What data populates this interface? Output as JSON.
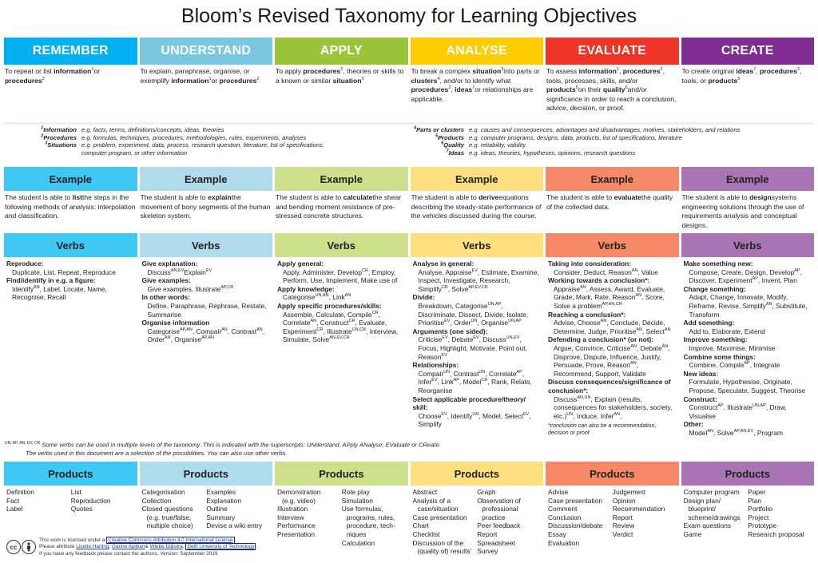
{
  "title": "Bloom’s Revised Taxonomy for Learning Objectives",
  "colors": {
    "remember": "#00b0f0",
    "understand": "#79c7e0",
    "apply": "#9bc43a",
    "analyse": "#ffcc00",
    "evaluate": "#ee3327",
    "create": "#7f2c93",
    "remember_light": "#40c8f4",
    "understand_light": "#afdcec",
    "apply_light": "#cde08c",
    "analyse_light": "#ffdf7f",
    "evaluate_light": "#f58967",
    "create_light": "#a975b4"
  },
  "levels": [
    {
      "name": "REMEMBER",
      "description": [
        {
          "t": "To repeat or list "
        },
        {
          "b": "information",
          "s": "1"
        },
        {
          "t": " or "
        },
        {
          "b": "procedures",
          "s": "2"
        }
      ],
      "example_label": "Example",
      "example": [
        {
          "t": "The student is able to "
        },
        {
          "b": "list"
        },
        {
          "t": " the steps in the following methods of analysis: interpolation and classification."
        }
      ],
      "verbs_label": "Verbs",
      "verbs": [
        {
          "group": "Reproduce:",
          "items": [
            {
              "t": "Duplicate, List, Repeat, Reproduce"
            }
          ]
        },
        {
          "group": "Find/identify in e.g. a figure:",
          "items": [
            {
              "t": "Identify",
              "s": "AN"
            },
            {
              "t": ", Label, Locate, Name, Recognise, Recall"
            }
          ]
        }
      ],
      "products_label": "Products",
      "products": [
        [
          "Definition",
          "Fact",
          "Label"
        ],
        [
          "List",
          "Reproduction",
          "Quotes"
        ]
      ]
    },
    {
      "name": "UNDERSTAND",
      "description": [
        {
          "t": "To explain, paraphrase, organise, or exemplify "
        },
        {
          "b": "information",
          "s": "1"
        },
        {
          "t": " or "
        },
        {
          "b": "procedures",
          "s": "2"
        }
      ],
      "example_label": "Example",
      "example": [
        {
          "t": "The student is able to "
        },
        {
          "b": "explain"
        },
        {
          "t": " the movement of bony segments of the human skeleton system."
        }
      ],
      "verbs_label": "Verbs",
      "verbs": [
        {
          "group": "Give explanation:",
          "items": [
            {
              "t": "Discuss",
              "s": "AN,EV"
            },
            {
              "t": " Explain",
              "s": "EV"
            }
          ]
        },
        {
          "group": "Give examples:",
          "items": [
            {
              "t": "Give examples, Illustrate",
              "s": "AP,CR"
            }
          ]
        },
        {
          "group": "In other words:",
          "items": [
            {
              "t": "Define, Paraphrase, Rephrase, Restate, Summarise"
            }
          ]
        },
        {
          "group": "Organise information",
          "items": [
            {
              "t": "Categorise",
              "s": "AP,AN"
            },
            {
              "t": ", Compair",
              "s": "AN"
            },
            {
              "t": ", Contrast",
              "s": "AN"
            },
            {
              "t": ", Order",
              "s": "AN"
            },
            {
              "t": ", Organise",
              "s": "AP,AN"
            }
          ]
        }
      ],
      "products_label": "Products",
      "products": [
        [
          "Categorisation",
          "Collection",
          "Closed questions",
          "  (e.g. true/false,",
          "  multiple choice)"
        ],
        [
          "Examples",
          "Explanation",
          "Outline",
          "Summary",
          "Devise a wiki entry"
        ]
      ]
    },
    {
      "name": "APPLY",
      "description": [
        {
          "t": "To apply "
        },
        {
          "b": "procedures",
          "s": "2"
        },
        {
          "t": ", theories or skills to a known or similar "
        },
        {
          "b": "situation",
          "s": "3"
        }
      ],
      "example_label": "Example",
      "example": [
        {
          "t": "The student is able to "
        },
        {
          "b": "calculate"
        },
        {
          "t": " the shear and bending moment resistance of pre-stressed concrete structures."
        }
      ],
      "verbs_label": "Verbs",
      "verbs": [
        {
          "group": "Apply general:",
          "items": [
            {
              "t": "Apply, Administer, Develop",
              "s": "CR"
            },
            {
              "t": ", Employ, Perform, Use, Implement, Make use of"
            }
          ]
        },
        {
          "group": "Apply knowledge:",
          "items": [
            {
              "t": "Categorise",
              "s": "UN,AN"
            },
            {
              "t": ", Link",
              "s": "AN"
            }
          ]
        },
        {
          "group": "Apply specific procedures/skills:",
          "items": [
            {
              "t": "Assemble, Calculate, Compile",
              "s": "CR"
            },
            {
              "t": ", Correlate",
              "s": "AN"
            },
            {
              "t": ", Construct",
              "s": "CR"
            },
            {
              "t": ", Evaluate, Experiment",
              "s": "CR"
            },
            {
              "t": ", Illustrate",
              "s": "UN,CR"
            },
            {
              "t": ", Interview, Simulate, Solve",
              "s": "AN,EV,CR"
            }
          ]
        }
      ],
      "products_label": "Products",
      "products": [
        [
          "Demonstration",
          "  (e.g. video)",
          "Illustration",
          "Interview",
          "Performance",
          "Presentation"
        ],
        [
          "Role play",
          "Simulation",
          "Use formulas,",
          "  programs, rules,",
          "  procedure, tech-",
          "  niques",
          "Calculation"
        ]
      ]
    },
    {
      "name": "ANALYSE",
      "description": [
        {
          "t": "To break a complex "
        },
        {
          "b": "situation",
          "s": "3"
        },
        {
          "t": " into parts or "
        },
        {
          "b": "clusters",
          "s": "4"
        },
        {
          "t": ", and/or to identify what "
        },
        {
          "b": "procedures",
          "s": "2"
        },
        {
          "t": ", "
        },
        {
          "b": "ideas",
          "s": "7"
        },
        {
          "t": " or relationships are applicable."
        }
      ],
      "example_label": "Example",
      "example": [
        {
          "t": "The student is able to "
        },
        {
          "b": "derive"
        },
        {
          "t": " equations describing the steady-state performance of the vehicles discussed during the course."
        }
      ],
      "verbs_label": "Verbs",
      "verbs": [
        {
          "group": "Analyse in general:",
          "items": [
            {
              "t": "Analyse, Appraise",
              "s": "EV"
            },
            {
              "t": ", Estimate, Examine, Inspect, Investigate, Research, Simplify",
              "s": "CR"
            },
            {
              "t": ", Solve",
              "s": "AP,EV,CR"
            }
          ]
        },
        {
          "group": "Divide:",
          "items": [
            {
              "t": "Breakdown, Categorise",
              "s": "UN,AP"
            },
            {
              "t": ", Discriminate, Dissect, Divide, Isolate, Prioritise",
              "s": "EV"
            },
            {
              "t": ", Order",
              "s": "UN"
            },
            {
              "t": ", Organise",
              "s": "UN,AP"
            }
          ]
        },
        {
          "group": "Arguments (one sided):",
          "items": [
            {
              "t": "Criticise",
              "s": "EV"
            },
            {
              "t": ", Debate",
              "s": "EV"
            },
            {
              "t": ", Discuss",
              "s": "UN,EV"
            },
            {
              "t": ", Focus, Highlight, Motivate, Point out, Reason",
              "s": "EV"
            }
          ]
        },
        {
          "group": "Relationships:",
          "items": [
            {
              "t": "Compair",
              "s": "UN"
            },
            {
              "t": ", Contrast",
              "s": "UN"
            },
            {
              "t": ", Correlate",
              "s": "AP"
            },
            {
              "t": ", Infer",
              "s": "EV"
            },
            {
              "t": ", Link",
              "s": "AP"
            },
            {
              "t": ", Model",
              "s": "CR"
            },
            {
              "t": ", Rank, Relate, Reorganise"
            }
          ]
        },
        {
          "group": "Select applicable procedure/theory/ skill:",
          "items": [
            {
              "t": "Choose",
              "s": "EV"
            },
            {
              "t": ", Identify",
              "s": "UN"
            },
            {
              "t": ", Model, Select",
              "s": "EV"
            },
            {
              "t": ", Simplify"
            }
          ]
        }
      ],
      "products_label": "Products",
      "products": [
        [
          "Abstract",
          "Analysis of a",
          "  case/situation",
          "Case presentation",
          "Chart",
          "Checklist",
          "Discussion of the",
          "  (quality of) results’"
        ],
        [
          "Graph",
          "Observation of",
          "  professional",
          "  practice",
          "Peer feedback",
          "Report",
          "Spreadsheet",
          "Survey"
        ]
      ]
    },
    {
      "name": "EVALUATE",
      "description": [
        {
          "t": "To assess "
        },
        {
          "b": "information",
          "s": "1"
        },
        {
          "t": ", "
        },
        {
          "b": "procedures",
          "s": "2"
        },
        {
          "t": ", tools, processes, skills, and/or "
        },
        {
          "b": "products",
          "s": "5"
        },
        {
          "t": " on their "
        },
        {
          "b": "quality",
          "s": "6"
        },
        {
          "t": " and/or significance in order to reach a conclusion, advice, decision, or proof."
        }
      ],
      "example_label": "Example",
      "example": [
        {
          "t": "The student is able to "
        },
        {
          "b": "evaluate"
        },
        {
          "t": " the quality of the collected data."
        }
      ],
      "verbs_label": "Verbs",
      "verbs": [
        {
          "group": "Taking into consideration:",
          "items": [
            {
              "t": "Consider, Deduct, Reason",
              "s": "AN"
            },
            {
              "t": ", Value"
            }
          ]
        },
        {
          "group": "Working towards a conclusion*:",
          "items": [
            {
              "t": "Appraise",
              "s": "AN"
            },
            {
              "t": ", Assess, Award, Evaluate, Grade, Mark, Rate, Reason",
              "s": "AN"
            },
            {
              "t": ", Score, Solve a problem",
              "s": "AP,AN,CR"
            }
          ]
        },
        {
          "group": "Reaching a conclusion*:",
          "items": [
            {
              "t": "Advise, Choose",
              "s": "AN"
            },
            {
              "t": ", Conclude, Decide, Determine, Judge, Prioritise",
              "s": "AN"
            },
            {
              "t": ", Select",
              "s": "AN"
            }
          ]
        },
        {
          "group": "Defending a conclusion* (or not):",
          "items": [
            {
              "t": "Argue, Convince, Criticise",
              "s": "AN"
            },
            {
              "t": ", Debate",
              "s": "AN"
            },
            {
              "t": ", Disprove, Dispute, Influence, Justify, Persuade, Prove, Reason",
              "s": "AN"
            },
            {
              "t": ", Recommend, Support, Validate"
            }
          ]
        },
        {
          "group": "Discuss consequences/significance of conclusion*:",
          "items": [
            {
              "t": "Discuss",
              "s": "AN,UN"
            },
            {
              "t": ", Explain (results, consequences for stakeholders, society, etc.)",
              "s": "UN"
            },
            {
              "t": ", Induce, Infer",
              "s": "AN"
            },
            {
              "t": ","
            }
          ]
        }
      ],
      "verbs_note": "*conclusion can also be a recommendation, decision or proof",
      "products_label": "Products",
      "products": [
        [
          "Advise",
          "Case presentation",
          "Comment",
          "Conclusion",
          "Discussion/debate",
          "Essay",
          "Evaluation"
        ],
        [
          "Judgement",
          "Opinion",
          "Recommendation",
          "Report",
          "Review",
          "Verdict"
        ]
      ]
    },
    {
      "name": "CREATE",
      "description": [
        {
          "t": "To create original "
        },
        {
          "b": "ideas",
          "s": "7"
        },
        {
          "t": ", "
        },
        {
          "b": "procedures",
          "s": "2"
        },
        {
          "t": ", tools, or "
        },
        {
          "b": "products",
          "s": "5"
        }
      ],
      "example_label": "Example",
      "example": [
        {
          "t": "The student is able to "
        },
        {
          "b": "design"
        },
        {
          "t": " systems engineering solutions through the use of requirements analysis and conceptual designs."
        }
      ],
      "verbs_label": "Verbs",
      "verbs": [
        {
          "group": "Make something new:",
          "items": [
            {
              "t": "Compose, Create, Design, Develop",
              "s": "AP"
            },
            {
              "t": ", Discover, Experiment",
              "s": "AP"
            },
            {
              "t": ", Invent, Plan"
            }
          ]
        },
        {
          "group": "Change something:",
          "items": [
            {
              "t": "Adapt, Change, Innovate, Modify, Reframe, Revise, Simplify",
              "s": "AN"
            },
            {
              "t": ", Substitute, Transform"
            }
          ]
        },
        {
          "group": "Add something:",
          "items": [
            {
              "t": "Add to, Elaborate, Extend"
            }
          ]
        },
        {
          "group": "Improve something:",
          "items": [
            {
              "t": "Improve, Maximise, Minimise"
            }
          ]
        },
        {
          "group": "Combine some things:",
          "items": [
            {
              "t": "Combine, Compile",
              "s": "AP"
            },
            {
              "t": ", Integrate"
            }
          ]
        },
        {
          "group": "New ideas:",
          "items": [
            {
              "t": "Formulate, Hypothesise, Originate, Propose, Speculate, Suggest, Theorise"
            }
          ]
        },
        {
          "group": "Construct:",
          "items": [
            {
              "t": "Construct",
              "s": "AP"
            },
            {
              "t": ", Illustrate",
              "s": "UN,AP"
            },
            {
              "t": ", Draw, Visualise"
            }
          ]
        },
        {
          "group": "Other:",
          "items": [
            {
              "t": "Model",
              "s": "AN"
            },
            {
              "t": ", Solve",
              "s": "AP,AN,EV"
            },
            {
              "t": ", Program"
            }
          ]
        }
      ],
      "products_label": "Products",
      "products": [
        [
          "Computer program",
          "Design plan/",
          "  blueprint/",
          "  scheme/drawings",
          "Exam questions",
          "Game"
        ],
        [
          "Paper",
          "Plan",
          "Portfolio",
          "Project",
          "Prototype",
          "Research proposal"
        ]
      ]
    }
  ],
  "legend_left": [
    {
      "num": "1",
      "term": "Information",
      "def": "e.g. facts, terms, definitions/concepts, ideas, theories"
    },
    {
      "num": "2",
      "term": "Procedures",
      "def": "e.g. formulas, techniques, procedures, methodologies, rules, experiments, analyses"
    },
    {
      "num": "3",
      "term": "Situations",
      "def": "e.g. problem, experiment, data, process, research question, literature, list of specifications, computer program, or other information"
    }
  ],
  "legend_right": [
    {
      "num": "4",
      "term": "Parts or clusters",
      "def": "e.g. causes and consequences, advantages and disadvantages, motives, stakeholders, and relations"
    },
    {
      "num": "5",
      "term": "Products",
      "def": "e.g. computer programs, designs, data, products, list of specifications, literature"
    },
    {
      "num": "6",
      "term": "Quality",
      "def": "e.g. reliability, validity"
    },
    {
      "num": "7",
      "term": "Ideas",
      "def": "e.g. ideas, theories, hypotheses, opinions, research questions"
    }
  ],
  "superscript_note": {
    "tags": "UN, AP, AN, EV, CR",
    "line1": "Some verbs can be used in multiple levels of the taxonomy. This is indicated with the superscripts: UNderstand, APply ANalyse, EValuate or CReate.",
    "line2": "The verbs used in this document are a selection of the possibilities. You can also use other verbs."
  },
  "footer": {
    "cc_label": "cc",
    "by_label": "BY",
    "line1_prefix": "This work is licensed under a ",
    "license_link": "Creative Commons Attribution 4.0 International License",
    "line1_suffix": ".",
    "line2_prefix": "Please attribute ",
    "author1": "Lisette Harting",
    "sep1": ", ",
    "author2": "Garine Apiklan",
    "sep2": " & ",
    "author3": "Wiebe Dijkstra",
    "sep3": ", ",
    "institution": "Delft University of Technology",
    "line2_suffix": ".",
    "line3": "If you have any feedback please contact the authors. Version: September 2019"
  }
}
